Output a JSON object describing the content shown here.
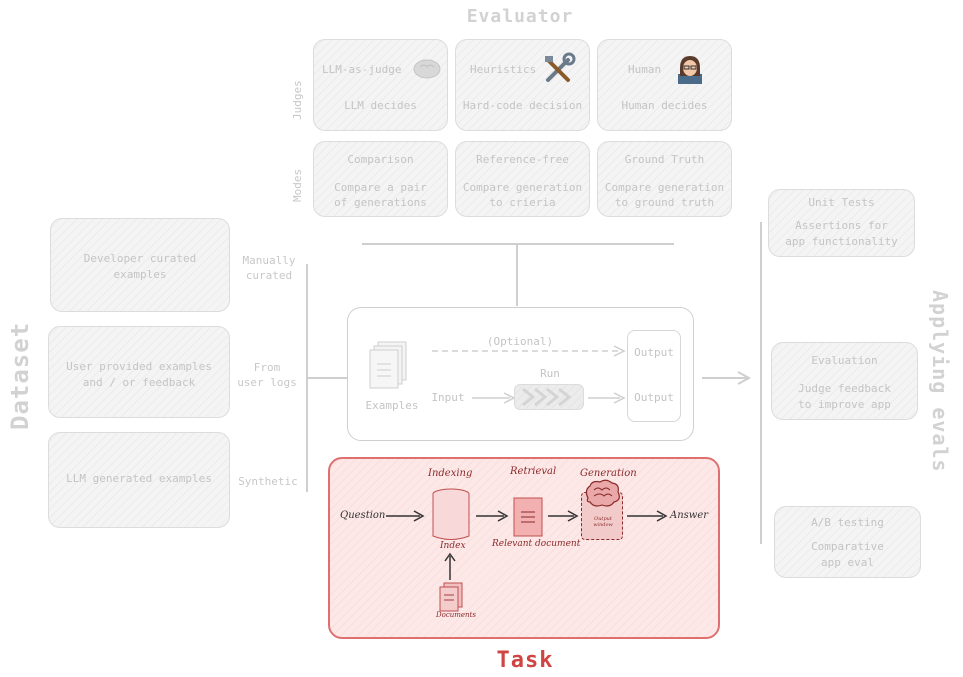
{
  "evaluator": {
    "title": "Evaluator",
    "judges_label": "Judges",
    "modes_label": "Modes",
    "judges": [
      {
        "title": "LLM-as-judge",
        "desc": "LLM decides",
        "icon": "brain-icon"
      },
      {
        "title": "Heuristics",
        "desc": "Hard-code decision",
        "icon": "tools-icon"
      },
      {
        "title": "Human",
        "desc": "Human decides",
        "icon": "person-icon"
      }
    ],
    "modes": [
      {
        "title": "Comparison",
        "desc1": "Compare a pair",
        "desc2": "of generations"
      },
      {
        "title": "Reference-free",
        "desc1": "Compare generation",
        "desc2": "to crieria"
      },
      {
        "title": "Ground Truth",
        "desc1": "Compare generation",
        "desc2": "to ground truth"
      }
    ]
  },
  "dataset": {
    "title": "Dataset",
    "items": [
      {
        "desc1": "Developer curated",
        "desc2": "examples",
        "label1": "Manually",
        "label2": "curated"
      },
      {
        "desc1": "User provided examples",
        "desc2": "and / or feedback",
        "label1": "From",
        "label2": "user logs"
      },
      {
        "desc1": "LLM generated examples",
        "desc2": "",
        "label1": "Synthetic",
        "label2": ""
      }
    ]
  },
  "center": {
    "optional": "(Optional)",
    "run": "Run",
    "input": "Input",
    "examples": "Examples",
    "output1": "Output",
    "output2": "Output"
  },
  "task": {
    "title": "Task",
    "indexing": "Indexing",
    "retrieval": "Retrieval",
    "generation": "Generation",
    "question": "Question",
    "index": "Index",
    "relevant": "Relevant document",
    "answer": "Answer",
    "documents": "Documents",
    "output_window": "Output window"
  },
  "applying": {
    "title": "Applying evals",
    "items": [
      {
        "title": "Unit Tests",
        "desc1": "Assertions for",
        "desc2": "app functionality"
      },
      {
        "title": "Evaluation",
        "desc1": "Judge feedback",
        "desc2": "to improve app"
      },
      {
        "title": "A/B testing",
        "desc1": "Comparative",
        "desc2": "app eval"
      }
    ]
  },
  "colors": {
    "task_border": "#e07070",
    "task_fill": "#fde8e8",
    "task_title": "#d04444",
    "gray_line": "#cfcfcf"
  }
}
